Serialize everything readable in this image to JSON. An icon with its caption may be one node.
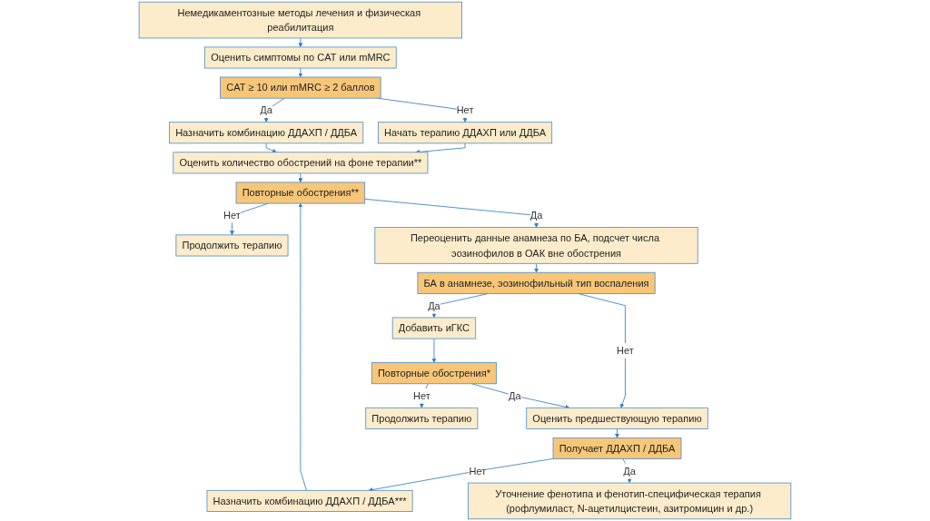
{
  "diagram": {
    "nodes": [
      {
        "text": [
          "Немедикаментозные методы лечения и физическая реабилитация"
        ]
      },
      {
        "text": [
          "Оценить симптомы по CAT или mMRC"
        ]
      },
      {
        "text": [
          "Начать терапию ДДАХП или ДДБА"
        ]
      },
      {
        "text": [
          "CAT ≥ 10 или mMRC ≥ 2 баллов"
        ]
      },
      {
        "text": [
          "Назначить комбинацию ДДАХП / ДДБА"
        ]
      },
      {
        "text": [
          "Оценить количество обострений на фоне терапии**"
        ]
      },
      {
        "text": [
          "Повторные обострения**"
        ]
      },
      {
        "text": [
          "Продолжить терапию"
        ]
      },
      {
        "text": [
          "Переоценить данные анамнеза по БА, подсчет числа эозинофилов в ОАК вне обострения"
        ]
      },
      {
        "text": [
          "БА в анамнезе, эозинофильный тип воспаления"
        ]
      },
      {
        "text": [
          "Оценить предшествующую терапию"
        ]
      },
      {
        "text": [
          "Добавить иГКС"
        ]
      },
      {
        "text": [
          "Повторные обострения*"
        ]
      },
      {
        "text": [
          "Продолжить терапию"
        ]
      },
      {
        "text": [
          "Получает ДДАХП / ДДБА"
        ]
      },
      {
        "text": [
          "Назначить комбинацию ДДАХП / ДДБА***"
        ]
      },
      {
        "text": [
          "Уточнение фенотипа и фенотип-специфическая терапия (рофлумиласт, N-ацетилцистеин, азитромицин и др.)"
        ]
      }
    ],
    "edges": [
      {
        "from": 0,
        "to": 1,
        "arrow": "to"
      },
      {
        "from": 1,
        "to": 3,
        "arrow": "to"
      },
      {
        "from": 3,
        "to": 2,
        "arrow": "to",
        "label": "Нет"
      },
      {
        "from": 3,
        "to": 4,
        "arrow": "to",
        "label": "Да"
      },
      {
        "from": 2,
        "to": 5,
        "arrow": "to"
      },
      {
        "from": 4,
        "to": 5,
        "arrow": "to"
      },
      {
        "from": 5,
        "to": 6,
        "arrow": "to"
      },
      {
        "from": 6,
        "to": 7,
        "arrow": "to",
        "label": "Нет"
      },
      {
        "from": 6,
        "to": 8,
        "arrow": "to",
        "label": "Да"
      },
      {
        "from": 8,
        "to": 9,
        "arrow": "to"
      },
      {
        "from": 9,
        "to": 10,
        "arrow": "to",
        "label": "Нет"
      },
      {
        "from": 9,
        "to": 11,
        "arrow": "to",
        "label": "Да"
      },
      {
        "from": 11,
        "to": 12,
        "arrow": "to"
      },
      {
        "from": 12,
        "to": 10,
        "arrow": "to",
        "label": "Да"
      },
      {
        "from": 12,
        "to": 13,
        "arrow": "to",
        "label": "Нет"
      },
      {
        "from": 10,
        "to": 14,
        "arrow": "to"
      },
      {
        "from": 14,
        "to": 15,
        "arrow": "to",
        "label": "Нет"
      },
      {
        "from": 14,
        "to": 16,
        "arrow": "to",
        "label": "Да"
      },
      {
        "from": 15,
        "to": 6,
        "arrow": "to"
      }
    ]
  }
}
